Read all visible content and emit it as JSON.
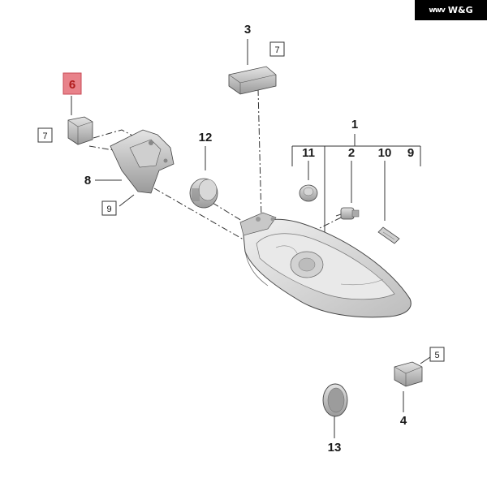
{
  "brand": {
    "logo_text": "W&G",
    "logo_mark": "ᴡᴡᴠ"
  },
  "colors": {
    "highlight_fill": "#e8828a",
    "highlight_border": "#c94a55",
    "line": "#333333"
  },
  "callouts": {
    "c1": "1",
    "c2": "2",
    "c3": "3",
    "c4": "4",
    "c6": "6",
    "c8": "8",
    "c9": "9",
    "c10": "10",
    "c11": "11",
    "c12": "12",
    "c13": "13"
  },
  "refs": {
    "r7a": "7",
    "r7b": "7",
    "r9": "9",
    "r5": "5"
  },
  "highlighted_callout": "6"
}
